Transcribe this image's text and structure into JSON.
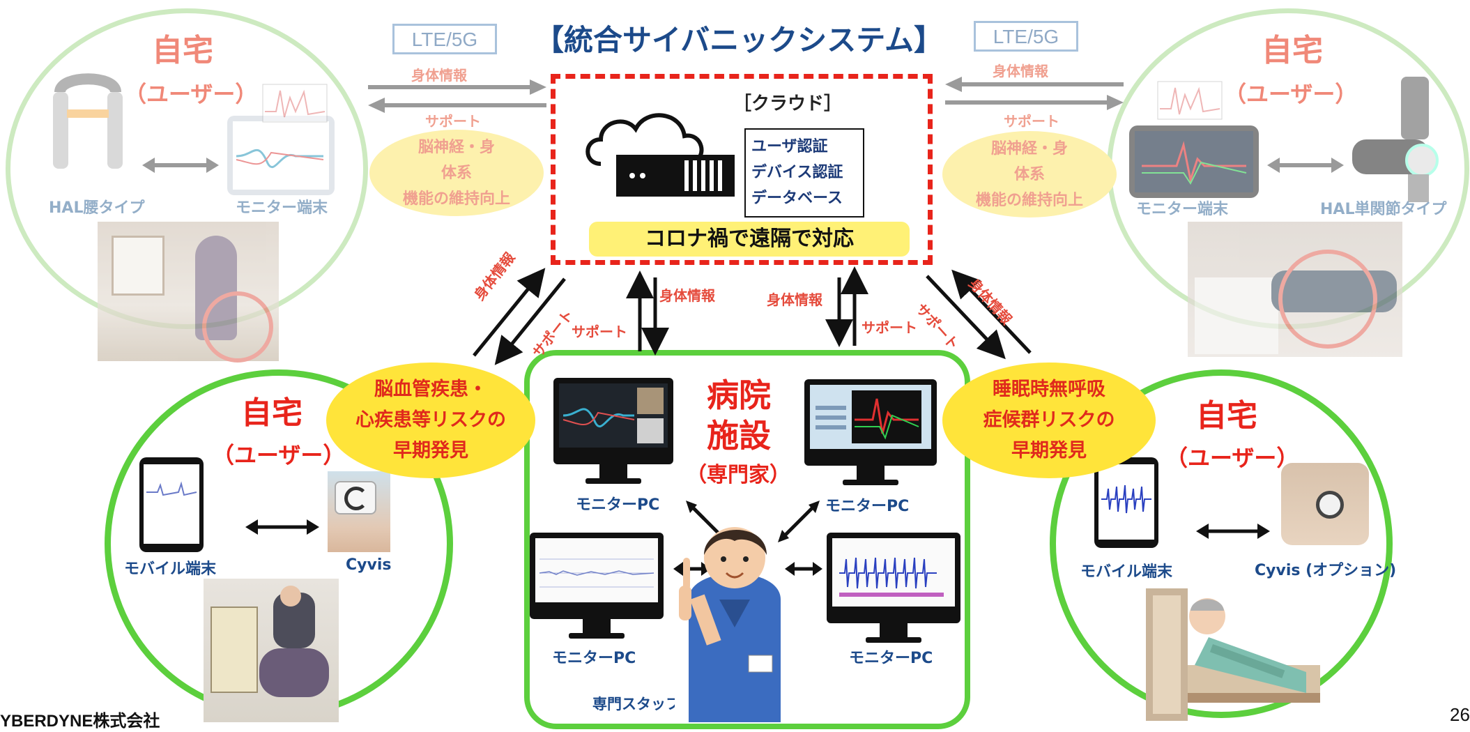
{
  "title": "【統合サイバニックシステム】",
  "lte_left": "LTE/5G",
  "lte_right": "LTE/5G",
  "cloud": {
    "label": "［クラウド］",
    "auth_items": [
      "ユーザ認証",
      "デバイス認証",
      "データベース"
    ],
    "banner": "コロナ禍で遠隔で対応"
  },
  "top_left": {
    "home": "自宅",
    "user": "（ユーザー）",
    "device_left": "HAL腰タイプ",
    "device_right": "モニター端末",
    "arrow_top": "身体情報",
    "arrow_bottom": "サポート",
    "benefit_lines": [
      "脳神経・身",
      "体系",
      "機能の維持向上"
    ]
  },
  "top_right": {
    "home": "自宅",
    "user": "（ユーザー）",
    "device_left": "モニター端末",
    "device_right": "HAL単関節タイプ",
    "arrow_top": "身体情報",
    "arrow_bottom": "サポート",
    "benefit_lines": [
      "脳神経・身",
      "体系",
      "機能の維持向上"
    ]
  },
  "bottom_left": {
    "home": "自宅",
    "user": "（ユーザー）",
    "device_left": "モバイル端末",
    "device_right": "Cyvis",
    "benefit_lines": [
      "脳血管疾患・",
      "心疾患等リスクの",
      "早期発見"
    ],
    "arrow_a": "身体情報",
    "arrow_b": "サポート"
  },
  "bottom_right": {
    "home": "自宅",
    "user": "（ユーザー）",
    "device_left": "モバイル端末",
    "device_right": "Cyvis (オプション)",
    "benefit_lines": [
      "睡眠時無呼吸",
      "症候群リスクの",
      "早期発見"
    ],
    "arrow_a": "身体情報",
    "arrow_b": "サポート"
  },
  "hospital": {
    "title_lines": [
      "病院",
      "施設"
    ],
    "subtitle": "（専門家）",
    "pc_labels": [
      "モニターPC",
      "モニターPC",
      "モニターPC",
      "モニターPC"
    ],
    "staff": "専門スタッフ",
    "arrow_left_a": "身体情報",
    "arrow_left_b": "サポート",
    "arrow_right_a": "身体情報",
    "arrow_right_b": "サポート"
  },
  "footer": {
    "company": "YBERDYNE株式会社",
    "page": "26"
  },
  "colors": {
    "faded_green": "#cdeac0",
    "strong_green": "#5ccf3d",
    "red": "#e8241b",
    "yellow": "#ffe43a",
    "navy": "#1c4a8a"
  }
}
